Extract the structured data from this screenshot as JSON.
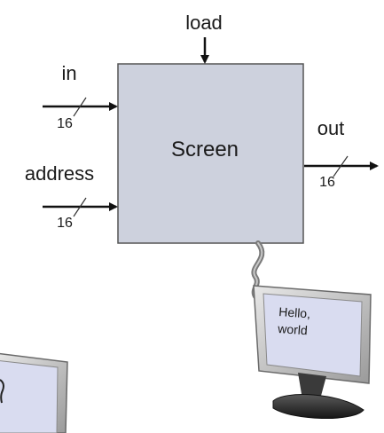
{
  "chip": {
    "name": "Screen",
    "fill": "#cdd1dd",
    "border": "#555555"
  },
  "inputs": {
    "load": "load",
    "in": "in",
    "in_width": "16",
    "address": "address",
    "address_width": "16"
  },
  "outputs": {
    "out": "out",
    "out_width": "16"
  },
  "monitor": {
    "screen_text_line1": "Hello,",
    "screen_text_line2": "world",
    "screen_color": "#d9dcf0"
  }
}
